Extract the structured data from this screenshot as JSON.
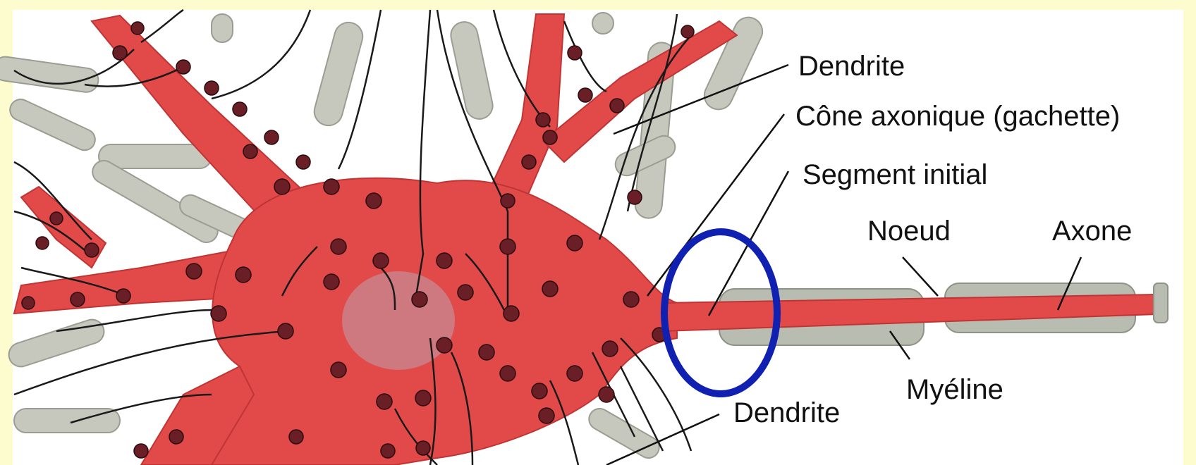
{
  "labels": {
    "dendrite_top": "Dendrite",
    "axon_cone": "Cône axonique (gachette)",
    "initial_segment": "Segment initial",
    "node": "Noeud",
    "axon": "Axone",
    "myelin": "Myéline",
    "dendrite_bottom": "Dendrite"
  },
  "colors": {
    "background": "#fdfccf",
    "neuron": "#e24a4a",
    "neuron_dark": "#c03434",
    "myelin": "#b9bcb0",
    "synapse": "#6a1f26",
    "highlight_circle": "#1020b0"
  }
}
